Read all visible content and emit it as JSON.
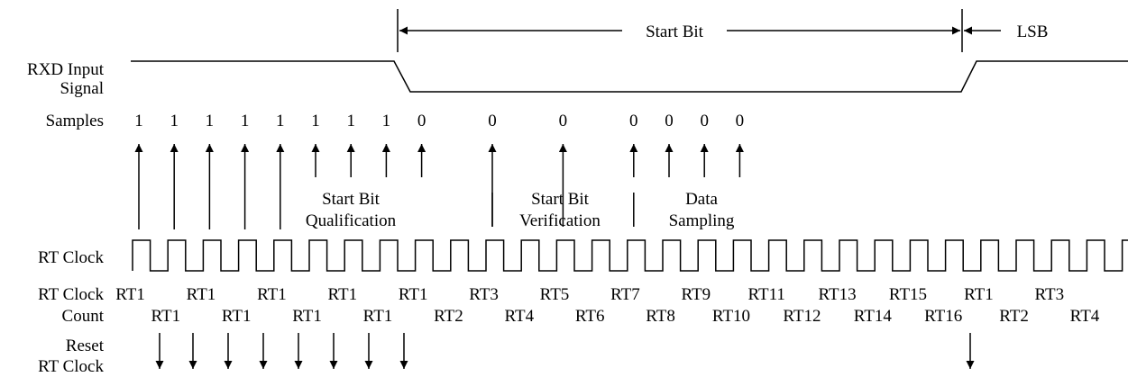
{
  "top_labels": {
    "start_bit": "Start Bit",
    "lsb": "LSB"
  },
  "row_labels": {
    "rxd_line1": "RXD Input",
    "rxd_line2": "Signal",
    "samples": "Samples",
    "rt_clock": "RT Clock",
    "count_line1": "RT Clock",
    "count_line2": "Count",
    "reset_line1": "Reset",
    "reset_line2": "RT Clock"
  },
  "samples": [
    "1",
    "1",
    "1",
    "1",
    "1",
    "1",
    "1",
    "1",
    "0",
    "0",
    "0",
    "0",
    "0",
    "0",
    "0"
  ],
  "phases": [
    {
      "line1": "Start Bit",
      "line2": "Qualification"
    },
    {
      "line1": "Start Bit",
      "line2": "Verification"
    },
    {
      "line1": "Data",
      "line2": "Sampling"
    }
  ],
  "count_top": [
    "RT1",
    "RT1",
    "RT1",
    "RT1",
    "RT1",
    "RT3",
    "RT5",
    "RT7",
    "RT9",
    "RT11",
    "RT13",
    "RT15",
    "RT1",
    "RT3"
  ],
  "count_bottom": [
    "RT1",
    "RT1",
    "RT1",
    "RT1",
    "RT2",
    "RT4",
    "RT6",
    "RT8",
    "RT10",
    "RT12",
    "RT14",
    "RT16",
    "RT2",
    "RT4"
  ],
  "colors": {
    "line": "#000000",
    "background": "#ffffff"
  }
}
